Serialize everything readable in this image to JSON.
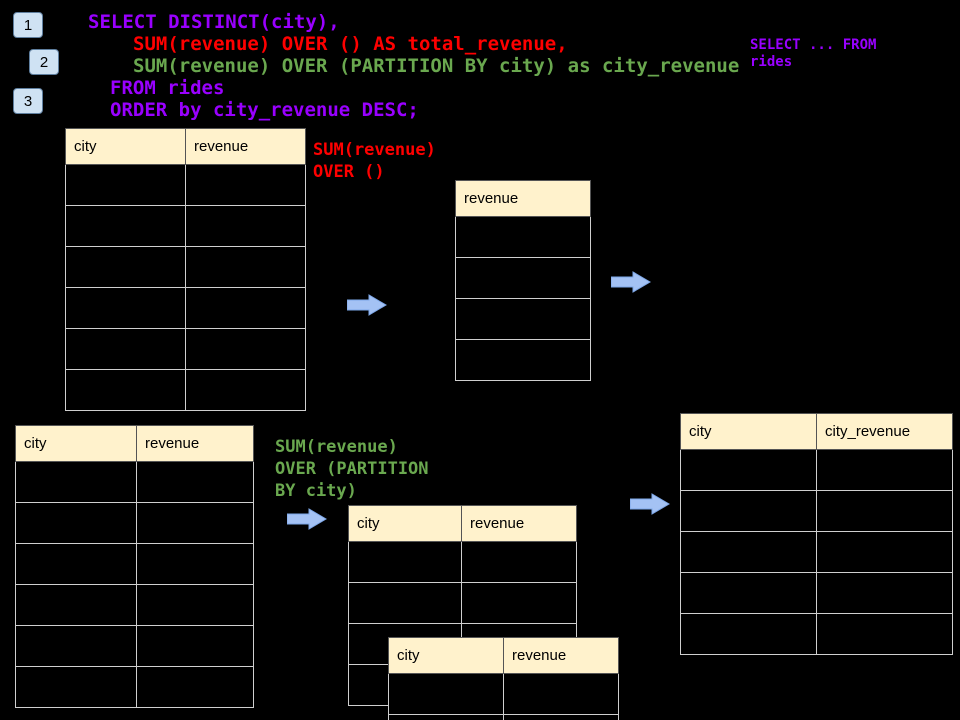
{
  "slide": {
    "background": "#000000",
    "step_badges": [
      "1",
      "2",
      "3"
    ],
    "sql_code": {
      "lines": [
        {
          "text": "SELECT DISTINCT(city),",
          "color": "#9900ff"
        },
        {
          "text": "SUM(revenue) OVER () AS total_revenue,",
          "color": "#ff0000"
        },
        {
          "text": "SUM(revenue) OVER (PARTITION BY city) as city_revenue",
          "color": "#6aa84f"
        },
        {
          "text": "FROM rides",
          "color": "#9900ff"
        },
        {
          "text": "ORDER by city_revenue DESC;",
          "color": "#9900ff"
        }
      ]
    },
    "corner_note": {
      "lines": [
        "SELECT ... FROM",
        "rides"
      ],
      "color": "#9900ff"
    },
    "annotations": {
      "total_window": {
        "lines": [
          "SUM(revenue)",
          "OVER ()"
        ],
        "color": "#ff0000"
      },
      "partition_window": {
        "lines": [
          "SUM(revenue)",
          "OVER (PARTITION",
          "BY city)"
        ],
        "color": "#6aa84f"
      }
    },
    "tables": {
      "rides_top": {
        "headers": [
          "city",
          "revenue"
        ],
        "empty_rows": 6
      },
      "total_revenue_result": {
        "headers": [
          "revenue"
        ],
        "empty_rows": 4
      },
      "rides_bottom": {
        "headers": [
          "city",
          "revenue"
        ],
        "empty_rows": 6
      },
      "partition_result_back": {
        "headers": [
          "city",
          "revenue"
        ],
        "empty_rows": 4
      },
      "partition_result_front": {
        "headers": [
          "city",
          "revenue"
        ],
        "empty_rows": 2
      },
      "city_revenue_result": {
        "headers": [
          "city",
          "city_revenue"
        ],
        "empty_rows": 5
      }
    },
    "colors": {
      "table_header_bg": "#fff2cc",
      "cell_border": "#cfcfcf",
      "arrow_fill": "#a4c2f4",
      "badge_bg": "#cfe2f3"
    }
  }
}
